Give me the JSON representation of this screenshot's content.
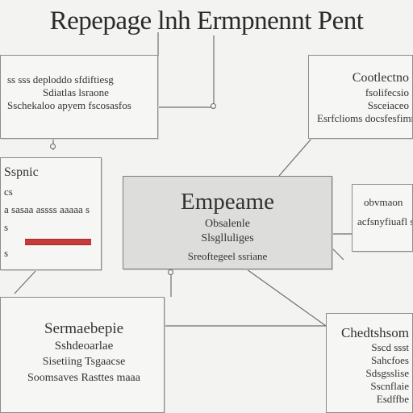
{
  "diagram": {
    "title": "Repepage lnh Ermpnennt Pent",
    "boxes": {
      "top_left": {
        "lines": [
          "ss sss deploddo sfdiftiesg",
          "Sdiatlas lsraone",
          "Sschekaloo apyem fscosasfos"
        ]
      },
      "top_right": {
        "lines": [
          "Cootlectno",
          "fsolifecsio",
          "Ssceiaceo",
          "Esrfclioms docsfesfimn"
        ]
      },
      "mid_left": {
        "lines": [
          "Sspnic",
          "cs",
          "a sasaa assss aaaaa s",
          "s",
          "s"
        ]
      },
      "center": {
        "lines": [
          "Empeame",
          "Obsalenle",
          "Slsglluliges",
          "Sreoftegeel ssriane"
        ]
      },
      "mid_right": {
        "lines": [
          "obvmaon",
          "acfsnyfiuafl sorse"
        ]
      },
      "bottom_left": {
        "lines": [
          "Sermaebepie",
          "Sshdeoarlae",
          "Sisetiing Tsgaacse",
          "Soomsaves Rasttes maaa"
        ]
      },
      "bottom_right": {
        "lines": [
          "Chedtshsom",
          "Sscd ssst",
          "Sahcfoes",
          "Sdsgsslise",
          "Sscnflaie",
          "Esdffbe"
        ]
      }
    },
    "accent_color": "#c83a3a"
  }
}
